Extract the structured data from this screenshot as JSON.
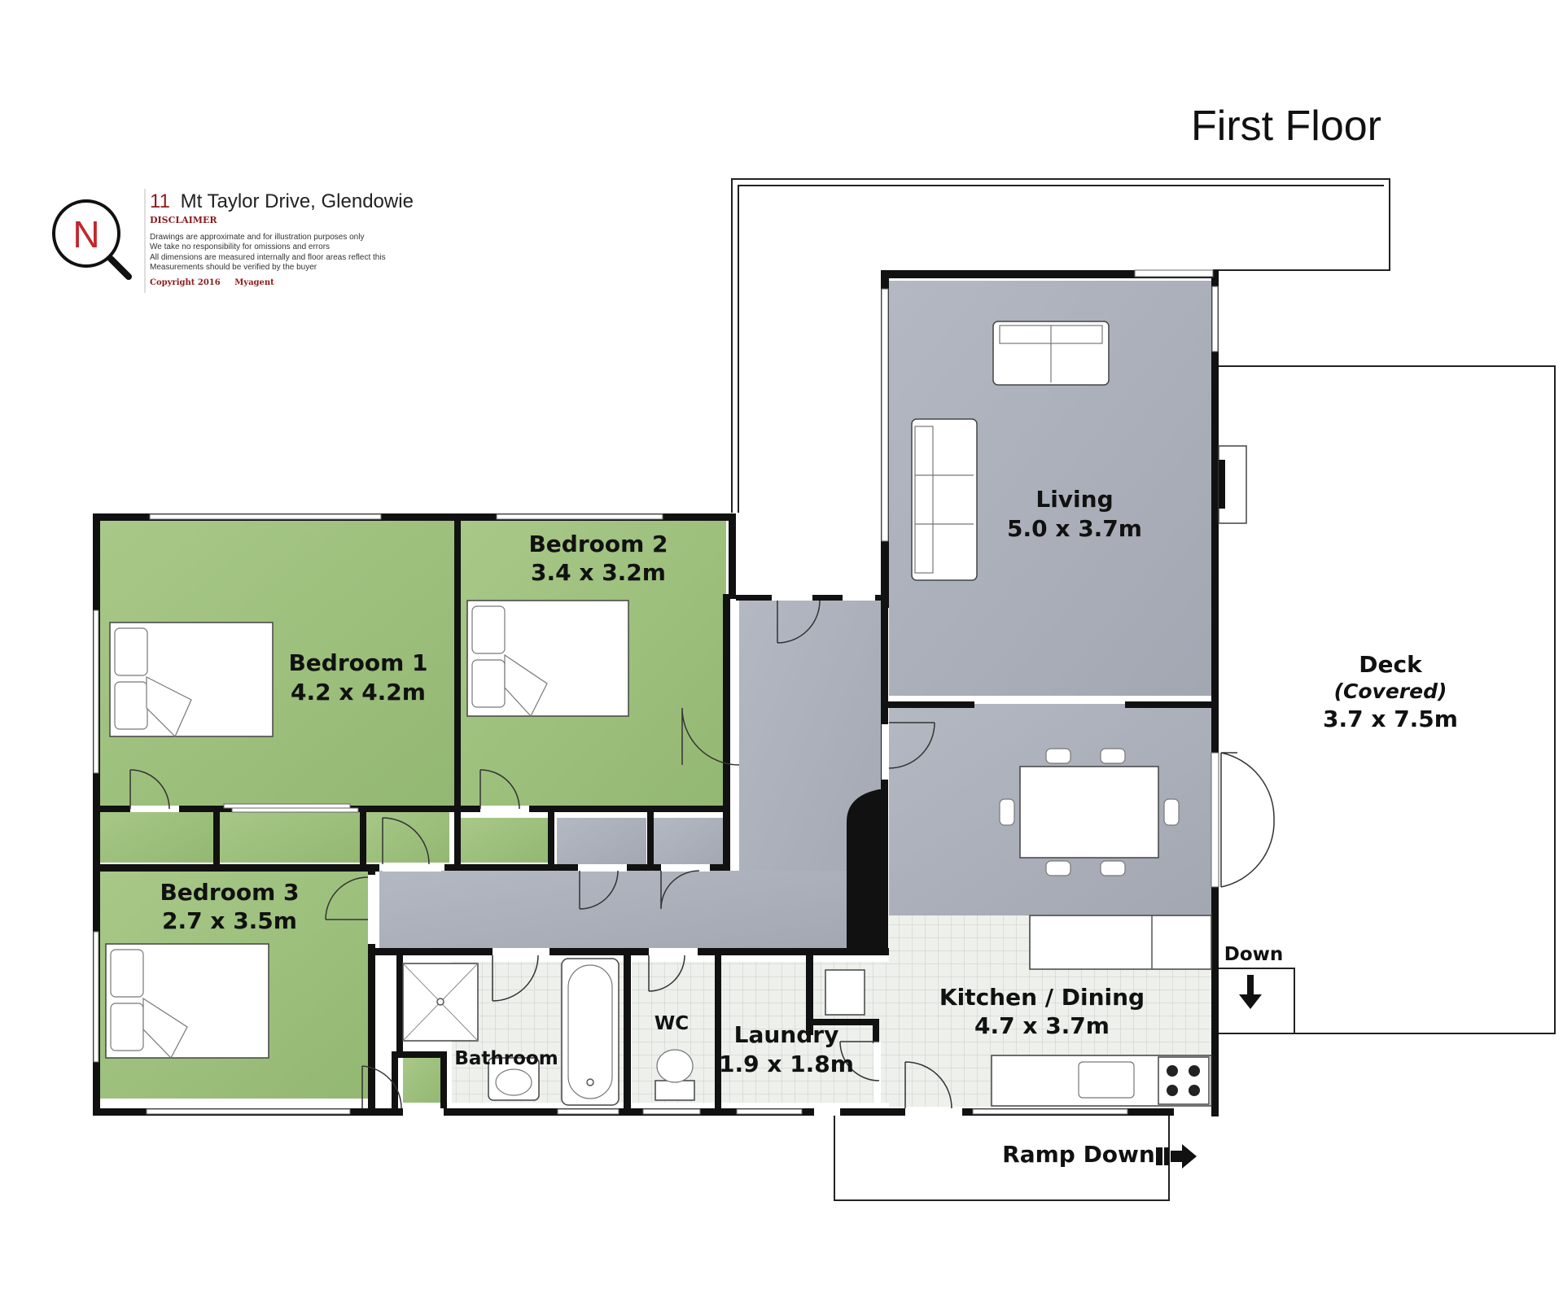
{
  "title": "First Floor",
  "address": {
    "number": "11",
    "street": "Mt Taylor Drive, Glendowie"
  },
  "compass_letter": "N",
  "disclaimer": {
    "heading": "DISCLAIMER",
    "lines": [
      "Drawings are approximate and for illustration purposes only",
      "We take no responsibility for omissions and errors",
      "All dimensions are measured internally and floor areas reflect this",
      "Measurements should be verified by the buyer"
    ],
    "copyright": "Copyright 2016",
    "agent": "Myagent"
  },
  "rooms": {
    "bedroom1": {
      "name": "Bedroom 1",
      "size": "4.2 x 4.2m"
    },
    "bedroom2": {
      "name": "Bedroom 2",
      "size": "3.4 x 3.2m"
    },
    "bedroom3": {
      "name": "Bedroom 3",
      "size": "2.7 x 3.5m"
    },
    "living": {
      "name": "Living",
      "size": "5.0 x 3.7m"
    },
    "deck": {
      "name": "Deck",
      "note": "(Covered)",
      "size": "3.7 x 7.5m"
    },
    "kitchen": {
      "name": "Kitchen / Dining",
      "size": "4.7 x 3.7m"
    },
    "laundry": {
      "name": "Laundry",
      "size": "1.9 x 1.8m"
    },
    "bathroom": {
      "name": "Bathroom"
    },
    "wc": {
      "name": "WC"
    }
  },
  "labels": {
    "down": "Down",
    "ramp_down": "Ramp Down"
  },
  "colors": {
    "bedroom_fill": "#9fc27f",
    "living_fill": "#a6abb6",
    "hall_fill": "#a9aeb9",
    "tile_fill": "#eceeea",
    "wall": "#111111"
  }
}
